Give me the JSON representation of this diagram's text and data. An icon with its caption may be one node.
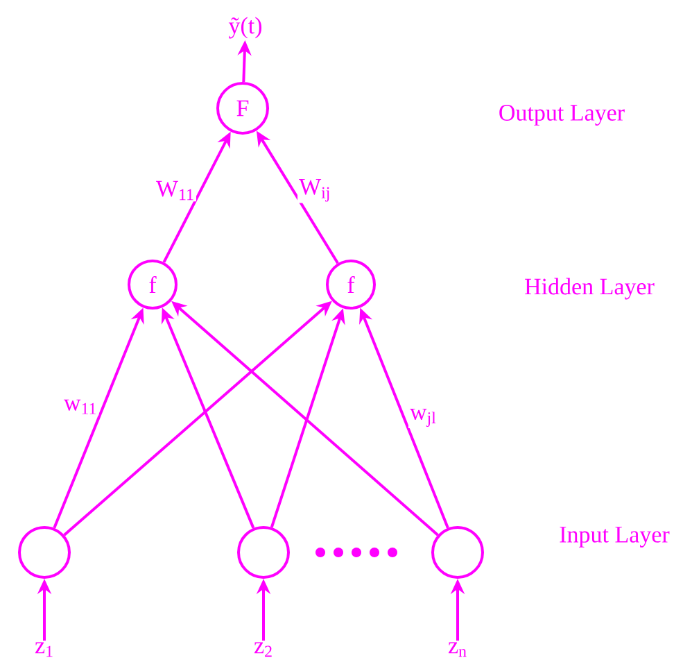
{
  "diagram": {
    "nodes": [
      {
        "text": [
          "F"
        ]
      },
      {
        "text": [
          "f"
        ]
      },
      {
        "text": [
          "f"
        ]
      },
      {
        "text": [],
        "shape": "circle"
      },
      {
        "text": [],
        "shape": "circle"
      },
      {
        "text": [],
        "shape": "circle"
      },
      {
        "text": [
          "ỹ(t)"
        ]
      },
      {
        "text": [
          "z$_{1}$"
        ]
      },
      {
        "text": [
          "z$_{2}$"
        ]
      },
      {
        "text": [
          "z$_{n}$"
        ]
      }
    ],
    "edges": [
      {
        "from": 0,
        "to": 6,
        "arrow": "to"
      },
      {
        "from": 1,
        "to": 0,
        "arrow": "to",
        "label": "W$_{11}$"
      },
      {
        "from": 2,
        "to": 0,
        "arrow": "to",
        "label": "W$_{ij}$"
      },
      {
        "from": 3,
        "to": 1,
        "arrow": "to",
        "label": "w$_{11}$"
      },
      {
        "from": 3,
        "to": 2,
        "arrow": "to"
      },
      {
        "from": 4,
        "to": 1,
        "arrow": "to"
      },
      {
        "from": 4,
        "to": 2,
        "arrow": "to"
      },
      {
        "from": 5,
        "to": 1,
        "arrow": "to"
      },
      {
        "from": 5,
        "to": 2,
        "arrow": "to",
        "label": "w$_{jl}$"
      },
      {
        "from": 7,
        "to": 3,
        "arrow": "to"
      },
      {
        "from": 8,
        "to": 4,
        "arrow": "to"
      },
      {
        "from": 9,
        "to": 5,
        "arrow": "to"
      }
    ],
    "labels": [
      "Output Layer",
      "Hidden Layer",
      "Input Layer"
    ]
  }
}
